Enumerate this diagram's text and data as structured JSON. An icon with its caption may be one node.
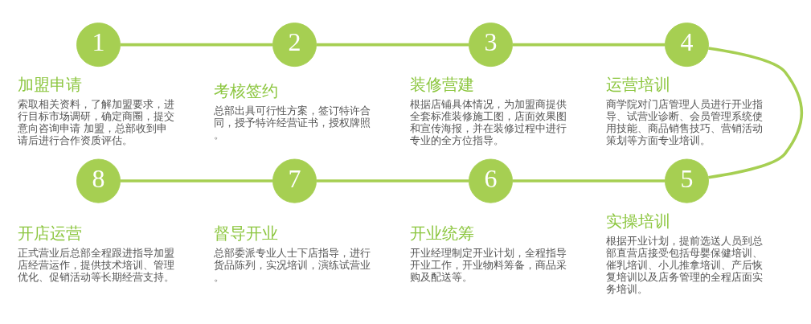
{
  "diagram": {
    "nodes": [
      {
        "text": [
          "1"
        ],
        "beside": [
          "加盟申请",
          "索取相关资料，了解加盟要求，进行目标市场调研，确定商圈，提交意向咨询申请 加盟，总部收到申请后进行合作资质评估。"
        ]
      },
      {
        "text": [
          "2"
        ],
        "beside": [
          "考核签约",
          "总部出具可行性方案，签订特许合同，授予特许经营证书，授权牌照。"
        ]
      },
      {
        "text": [
          "3"
        ],
        "beside": [
          "装修营建",
          "根据店铺具体情况，为加盟商提供全套标准装修施工图，店面效果图和宣传海报，并在装修过程中进行专业的全方位指导。"
        ]
      },
      {
        "text": [
          "4"
        ],
        "beside": [
          "运营培训",
          "商学院对门店管理人员进行开业指导、试营业诊断、会员管理系统使用技能、商品销售技巧、营销活动策划等方面专业培训。"
        ]
      },
      {
        "text": [
          "5"
        ],
        "beside": [
          "实操培训",
          "根据开业计划，提前选送人员到总部直营店接受包括母婴保健培训、催乳培训、小儿推拿培训、产后恢复培训以及店务管理的全程店面实务培训。"
        ]
      },
      {
        "text": [
          "6"
        ],
        "beside": [
          "开业统筹",
          "开业经理制定开业计划，全程指导开业工作，开业物料筹备，商品采购及配送等。"
        ]
      },
      {
        "text": [
          "7"
        ],
        "beside": [
          "督导开业",
          "总部委派专业人士下店指导，进行货品陈列，实况培训，演练试营业。"
        ]
      },
      {
        "text": [
          "8"
        ],
        "beside": [
          "开店运营",
          "正式营业后总部全程跟进指导加盟店经营运作，提供技术培训、管理优化、促销活动等长期经营支持。"
        ]
      }
    ],
    "edges": [
      {
        "from": 0,
        "to": 1,
        "arrow": "none"
      },
      {
        "from": 1,
        "to": 2,
        "arrow": "none"
      },
      {
        "from": 2,
        "to": 3,
        "arrow": "none"
      },
      {
        "from": 3,
        "to": 4,
        "arrow": "none"
      },
      {
        "from": 4,
        "to": 5,
        "arrow": "none"
      },
      {
        "from": 5,
        "to": 6,
        "arrow": "none"
      },
      {
        "from": 6,
        "to": 7,
        "arrow": "none"
      }
    ]
  }
}
